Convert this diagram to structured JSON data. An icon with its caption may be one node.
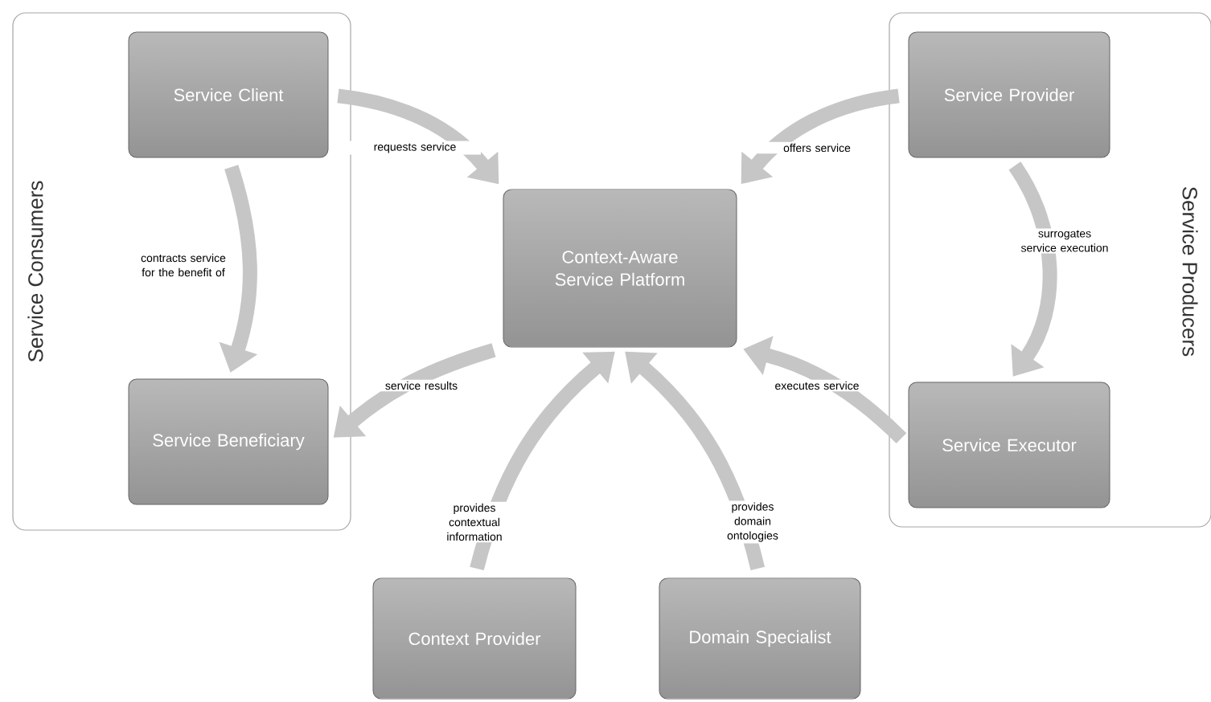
{
  "diagram": {
    "nodes": [
      {
        "text": [
          "Service Consumers"
        ]
      },
      {
        "text": [
          "Service Client"
        ],
        "in": 0
      },
      {
        "text": [
          "Service Beneficiary"
        ],
        "in": 0
      },
      {
        "text": [
          "Service Producers"
        ]
      },
      {
        "text": [
          "Service Provider"
        ],
        "in": 3
      },
      {
        "text": [
          "Service Executor"
        ],
        "in": 3
      },
      {
        "text": [
          "Context-Aware Service Platform"
        ]
      },
      {
        "text": [
          "Context Provider"
        ]
      },
      {
        "text": [
          "Domain Specialist"
        ]
      }
    ],
    "edges": [
      {
        "from": 1,
        "to": 6,
        "arrow": "to",
        "label": "requests service"
      },
      {
        "from": 4,
        "to": 6,
        "arrow": "to",
        "label": "offers service"
      },
      {
        "from": 1,
        "to": 2,
        "arrow": "to",
        "label": "contracts service for the benefit of"
      },
      {
        "from": 4,
        "to": 5,
        "arrow": "to",
        "label": "surrogates service execution"
      },
      {
        "from": 6,
        "to": 2,
        "arrow": "to",
        "label": "service results"
      },
      {
        "from": 5,
        "to": 6,
        "arrow": "to",
        "label": "executes service"
      },
      {
        "from": 7,
        "to": 6,
        "arrow": "to",
        "label": "provides contextual information"
      },
      {
        "from": 8,
        "to": 6,
        "arrow": "to",
        "label": "provides domain ontologies"
      }
    ]
  }
}
